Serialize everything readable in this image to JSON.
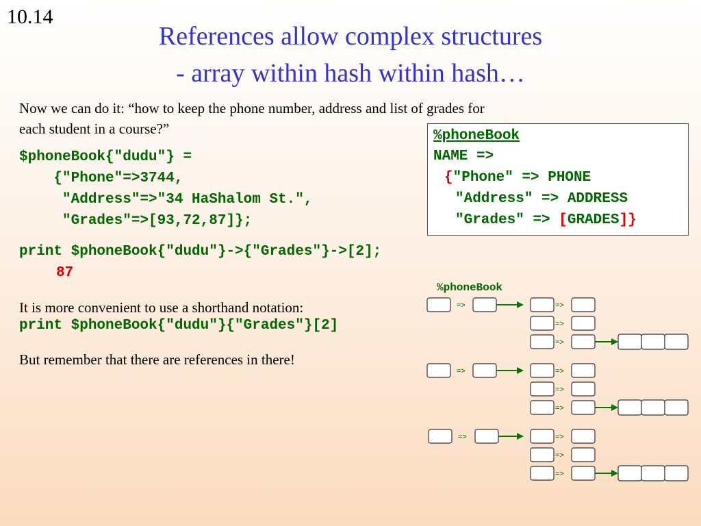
{
  "slide_number": "10.14",
  "title": {
    "line1": "References allow complex structures",
    "line2": "- array within hash within hash…"
  },
  "intro": {
    "line1": "Now we can do it: “how to keep the phone number, address and list of grades for",
    "line2": "each student in a course?”"
  },
  "code": {
    "line1": "$phoneBook{\"dudu\"} =",
    "line2": "    {\"Phone\"=>3744,",
    "line3": "     \"Address\"=>\"34 HaShalom St.\",",
    "line4": "     \"Grades\"=>[93,72,87]};"
  },
  "print_stmt": "print $phoneBook{\"dudu\"}->{\"Grades\"}->[2];",
  "print_result": "87",
  "shorthand": {
    "text": "It is more convenient to use a shorthand notation:",
    "code": "print $phoneBook{\"dudu\"}{\"Grades\"}[2]"
  },
  "remember": "But remember that there are references in there!",
  "structure_box": {
    "line1": "%phoneBook",
    "line2": "NAME =>",
    "line3_brace": "{",
    "line3_rest": "\"Phone\" => PHONE",
    "line4": "\"Address\" => ADDRESS",
    "line5_pre": "\"Grades\" => ",
    "line5_lbr": "[",
    "line5_mid": "GRADES",
    "line5_rbr": "]}"
  },
  "diagram": {
    "title": "%phoneBook",
    "arrow_label": "=>",
    "entries": 3,
    "hash_rows_per_entry": 3,
    "array_cells": 3,
    "colors": {
      "arrow": "#007700",
      "label": "#006600",
      "box_border": "#333333"
    }
  }
}
